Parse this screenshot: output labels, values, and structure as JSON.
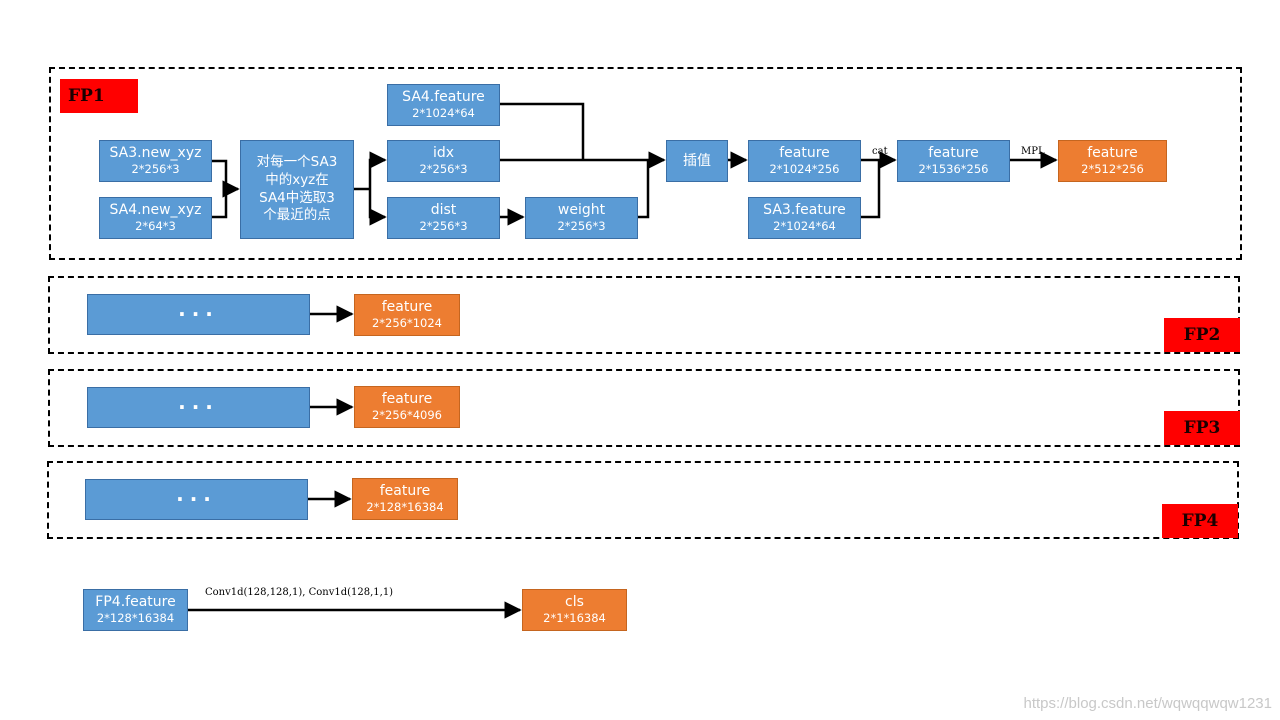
{
  "fp1": {
    "tag": "FP1",
    "sa3_new_xyz": {
      "name": "SA3.new_xyz",
      "shape": "2*256*3"
    },
    "sa4_new_xyz": {
      "name": "SA4.new_xyz",
      "shape": "2*64*3"
    },
    "knn": {
      "text": "对每一个SA3\n中的xyz在\nSA4中选取3\n个最近的点"
    },
    "sa4_feature": {
      "name": "SA4.feature",
      "shape": "2*1024*64"
    },
    "idx": {
      "name": "idx",
      "shape": "2*256*3"
    },
    "dist": {
      "name": "dist",
      "shape": "2*256*3"
    },
    "weight": {
      "name": "weight",
      "shape": "2*256*3"
    },
    "interp": {
      "name": "插值"
    },
    "feature_a": {
      "name": "feature",
      "shape": "2*1024*256"
    },
    "sa3_feature": {
      "name": "SA3.feature",
      "shape": "2*1024*64"
    },
    "feature_b": {
      "name": "feature",
      "shape": "2*1536*256"
    },
    "feature_out": {
      "name": "feature",
      "shape": "2*512*256"
    },
    "cat_label": "cat",
    "mpl_label": "MPL"
  },
  "fp2": {
    "tag": "FP2",
    "dots": "···",
    "out": {
      "name": "feature",
      "shape": "2*256*1024"
    }
  },
  "fp3": {
    "tag": "FP3",
    "dots": "···",
    "out": {
      "name": "feature",
      "shape": "2*256*4096"
    }
  },
  "fp4": {
    "tag": "FP4",
    "dots": "···",
    "out": {
      "name": "feature",
      "shape": "2*128*16384"
    }
  },
  "head": {
    "input": {
      "name": "FP4.feature",
      "shape": "2*128*16384"
    },
    "conv_label": "Conv1d(128,128,1), Conv1d(128,1,1)",
    "output": {
      "name": "cls",
      "shape": "2*1*16384"
    }
  },
  "watermark": "https://blog.csdn.net/wqwqqwqw1231",
  "colors": {
    "blue_box": "#5b9bd5",
    "orange_box": "#ed7d31",
    "tag_red": "#ff0000"
  }
}
